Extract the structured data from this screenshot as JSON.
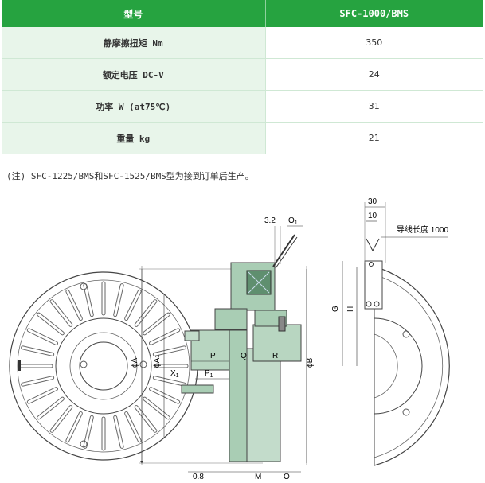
{
  "spec_table": {
    "header": {
      "col1": "型号",
      "col2": "SFC-1000/BMS"
    },
    "rows": [
      {
        "label": "静摩擦扭矩 Nm",
        "value": "350"
      },
      {
        "label": "额定电压 DC-V",
        "value": "24"
      },
      {
        "label": "功率 W (at75℃)",
        "value": "31"
      },
      {
        "label": "重量 kg",
        "value": "21"
      }
    ]
  },
  "note": "(注) SFC-1225/BMS和SFC-1525/BMS型为接到订单后生产。",
  "drawing": {
    "top_dims": {
      "d1": "3.2",
      "d2": "O",
      "d2_sub": "1",
      "d3": "30",
      "d4": "10"
    },
    "lead_length": "导线长度 1000",
    "labels": {
      "A": "ϕA",
      "A1": "ϕA",
      "A1_sub": "1",
      "B": "ϕB",
      "P": "P",
      "P1": "P",
      "P1_sub": "1",
      "Q": "Q",
      "R": "R",
      "X1": "X",
      "X1_sub": "1",
      "G": "G",
      "H": "H"
    },
    "bottom_dims": {
      "e1": "0.8",
      "e2": "M",
      "e3": "O"
    },
    "colors": {
      "green": "#26a340",
      "body_green": "#a9cdb4",
      "dark_green": "#5f8f6f"
    }
  }
}
